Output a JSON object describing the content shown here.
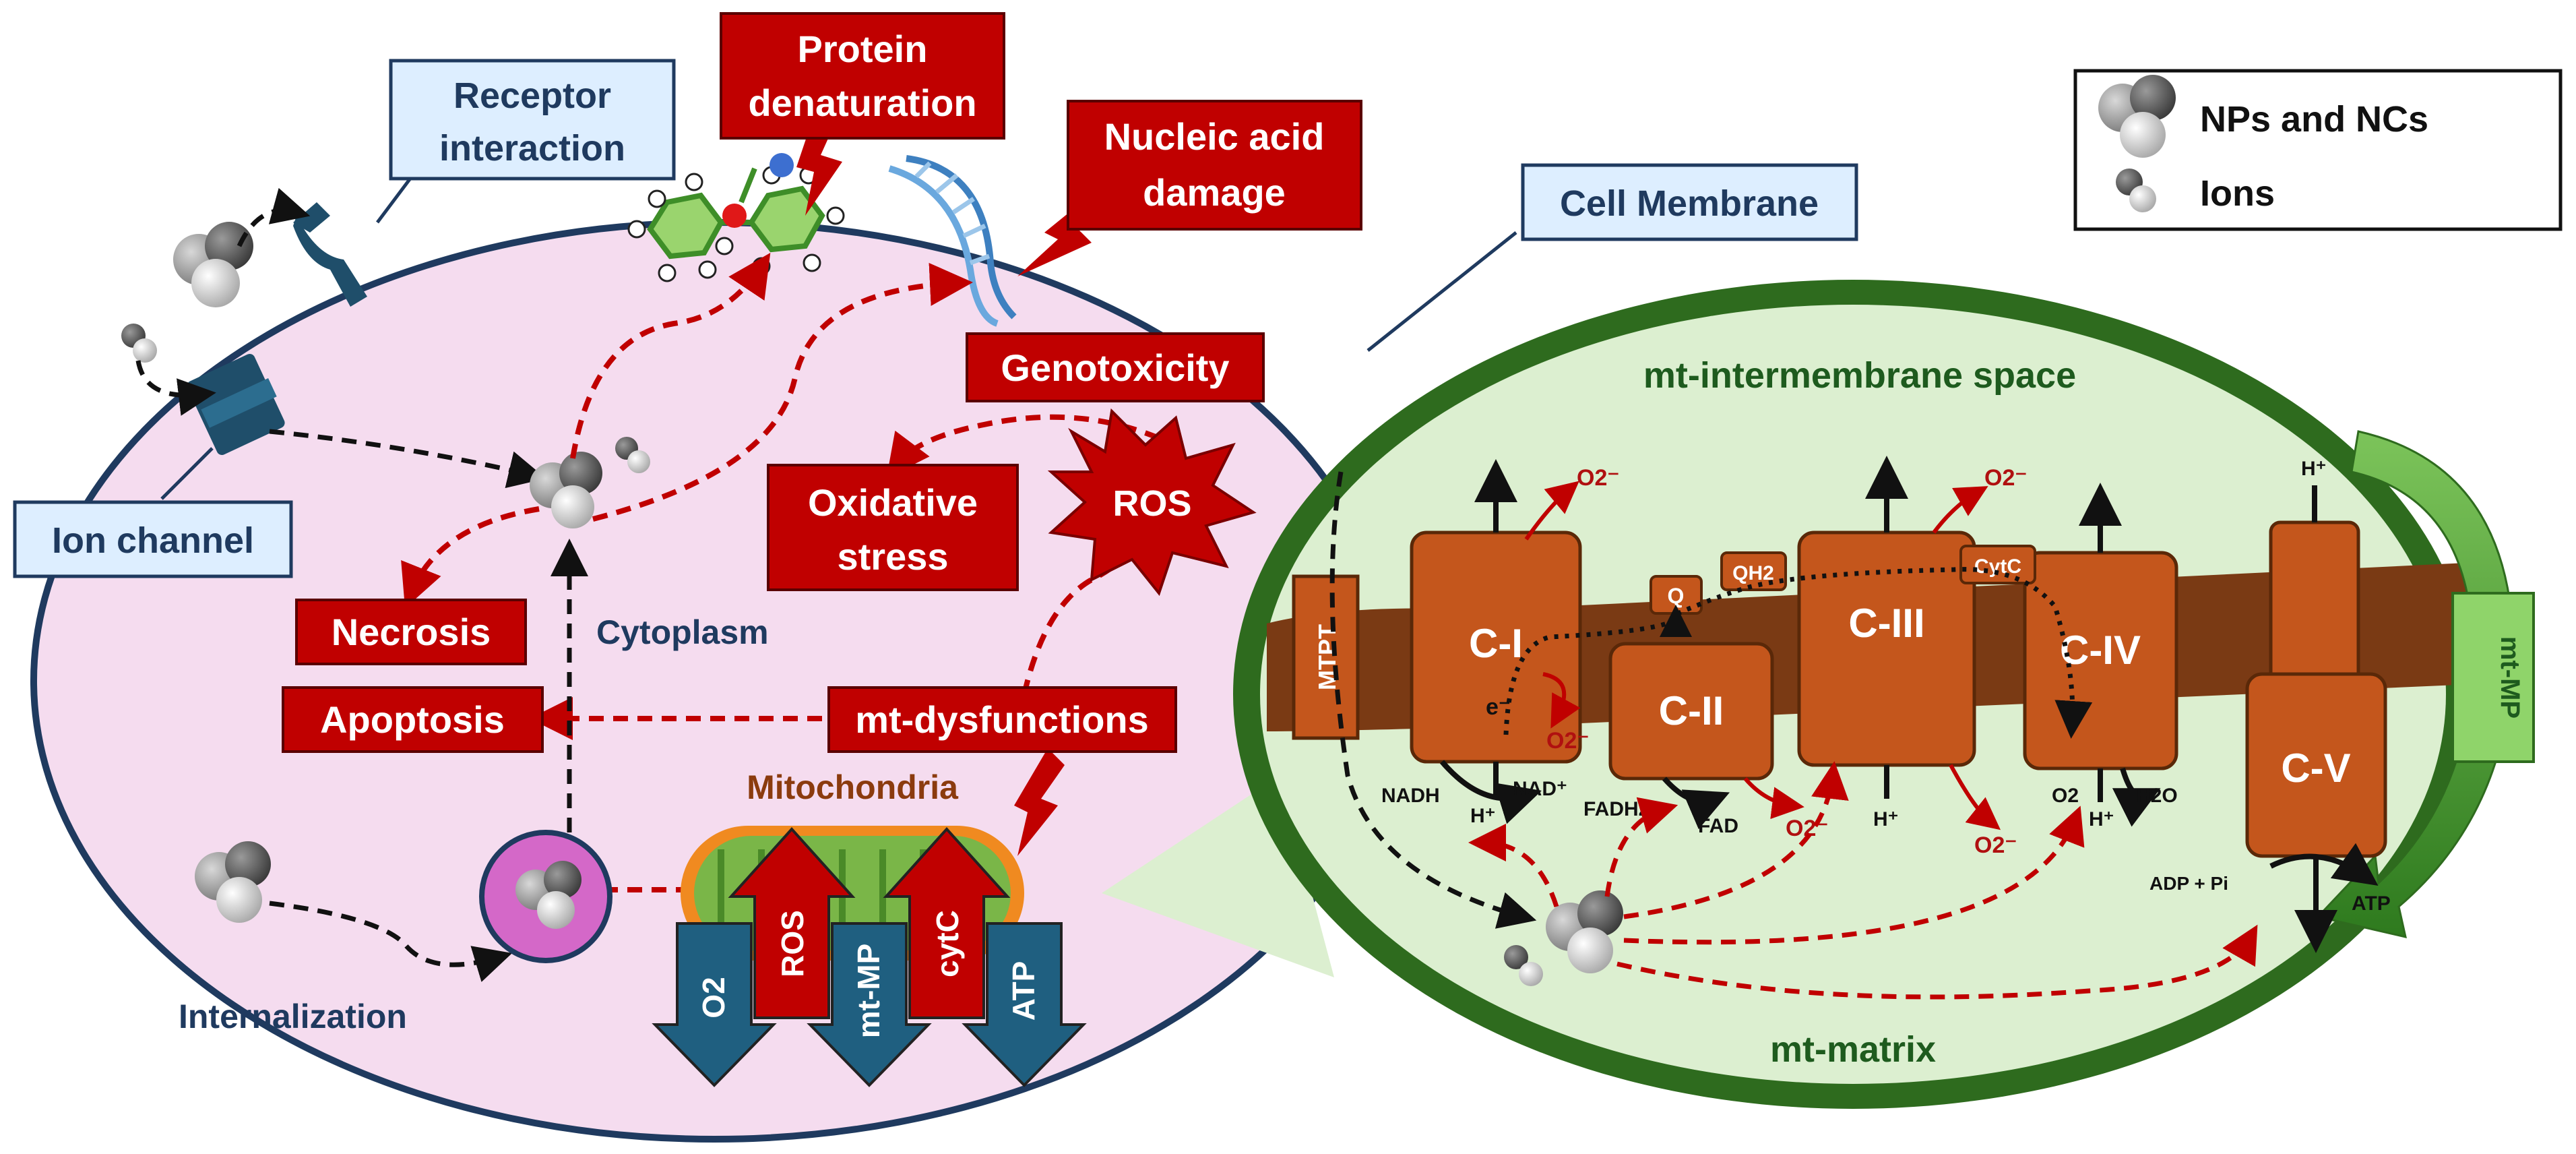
{
  "colors": {
    "cell_fill": "#f5dcef",
    "cell_stroke": "#1f3a5f",
    "mito_fill": "#dcefd0",
    "mito_stroke": "#2e6b1e",
    "membrane": "#7a3a14",
    "complex": "#c4561c",
    "red_box": "#c00000",
    "blue_box": "#ddeeff",
    "arrow_red": "#c00000",
    "arrow_dark": "#111111",
    "arrow_teal": "#1f5f80"
  },
  "legend": {
    "nps": "NPs and NCs",
    "ions": "Ions"
  },
  "callouts": {
    "receptor_l1": "Receptor",
    "receptor_l2": "interaction",
    "ion_channel": "Ion channel",
    "cell_membrane": "Cell Membrane"
  },
  "effects": {
    "protein_l1": "Protein",
    "protein_l2": "denaturation",
    "nucleic_l1": "Nucleic acid",
    "nucleic_l2": "damage",
    "genotoxicity": "Genotoxicity",
    "oxidative_l1": "Oxidative",
    "oxidative_l2": "stress",
    "ros": "ROS",
    "necrosis": "Necrosis",
    "apoptosis": "Apoptosis",
    "mt_dysfunctions": "mt-dysfunctions"
  },
  "cell": {
    "cytoplasm": "Cytoplasm",
    "internalization": "Internalization",
    "mitochondria": "Mitochondria"
  },
  "mito_arrows": [
    "O2",
    "ROS",
    "mt-MP",
    "cytC",
    "ATP"
  ],
  "mito_detail": {
    "intermembrane": "mt-intermembrane space",
    "matrix": "mt-matrix",
    "mtpt": "MTPT",
    "mt_mp": "mt-MP",
    "complexes": [
      "C-I",
      "C-II",
      "C-III",
      "C-IV",
      "C-V"
    ],
    "q": "Q",
    "qh2": "QH2",
    "cytc": "CytC",
    "electron": "e⁻",
    "nadh": "NADH",
    "nad": "NAD⁺",
    "fadh2": "FADH2",
    "fad": "FAD",
    "hplus": "H⁺",
    "o2": "O2",
    "h2o": "H2O",
    "superoxide": "O2⁻",
    "adp": "ADP + Pi",
    "atp": "ATP"
  }
}
